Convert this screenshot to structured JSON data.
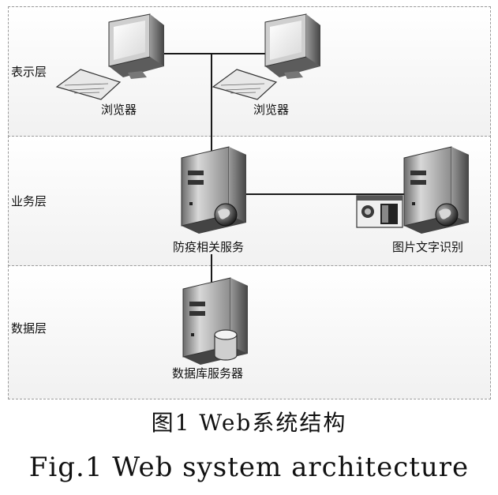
{
  "layers": {
    "presentation": "表示层",
    "business": "业务层",
    "data": "数据层"
  },
  "nodes": {
    "browser_left": "浏览器",
    "browser_right": "浏览器",
    "epidemic_service": "防疫相关服务",
    "image_text_recognition": "图片文字识别",
    "db_server": "数据库服务器"
  },
  "caption": {
    "cn": "图1 Web系统结构",
    "en": "Fig.1 Web system architecture"
  },
  "icons": [
    "monitor-keyboard-icon",
    "server-tower-icon",
    "globe-icon",
    "image-window-icon",
    "database-cylinder-icon"
  ]
}
